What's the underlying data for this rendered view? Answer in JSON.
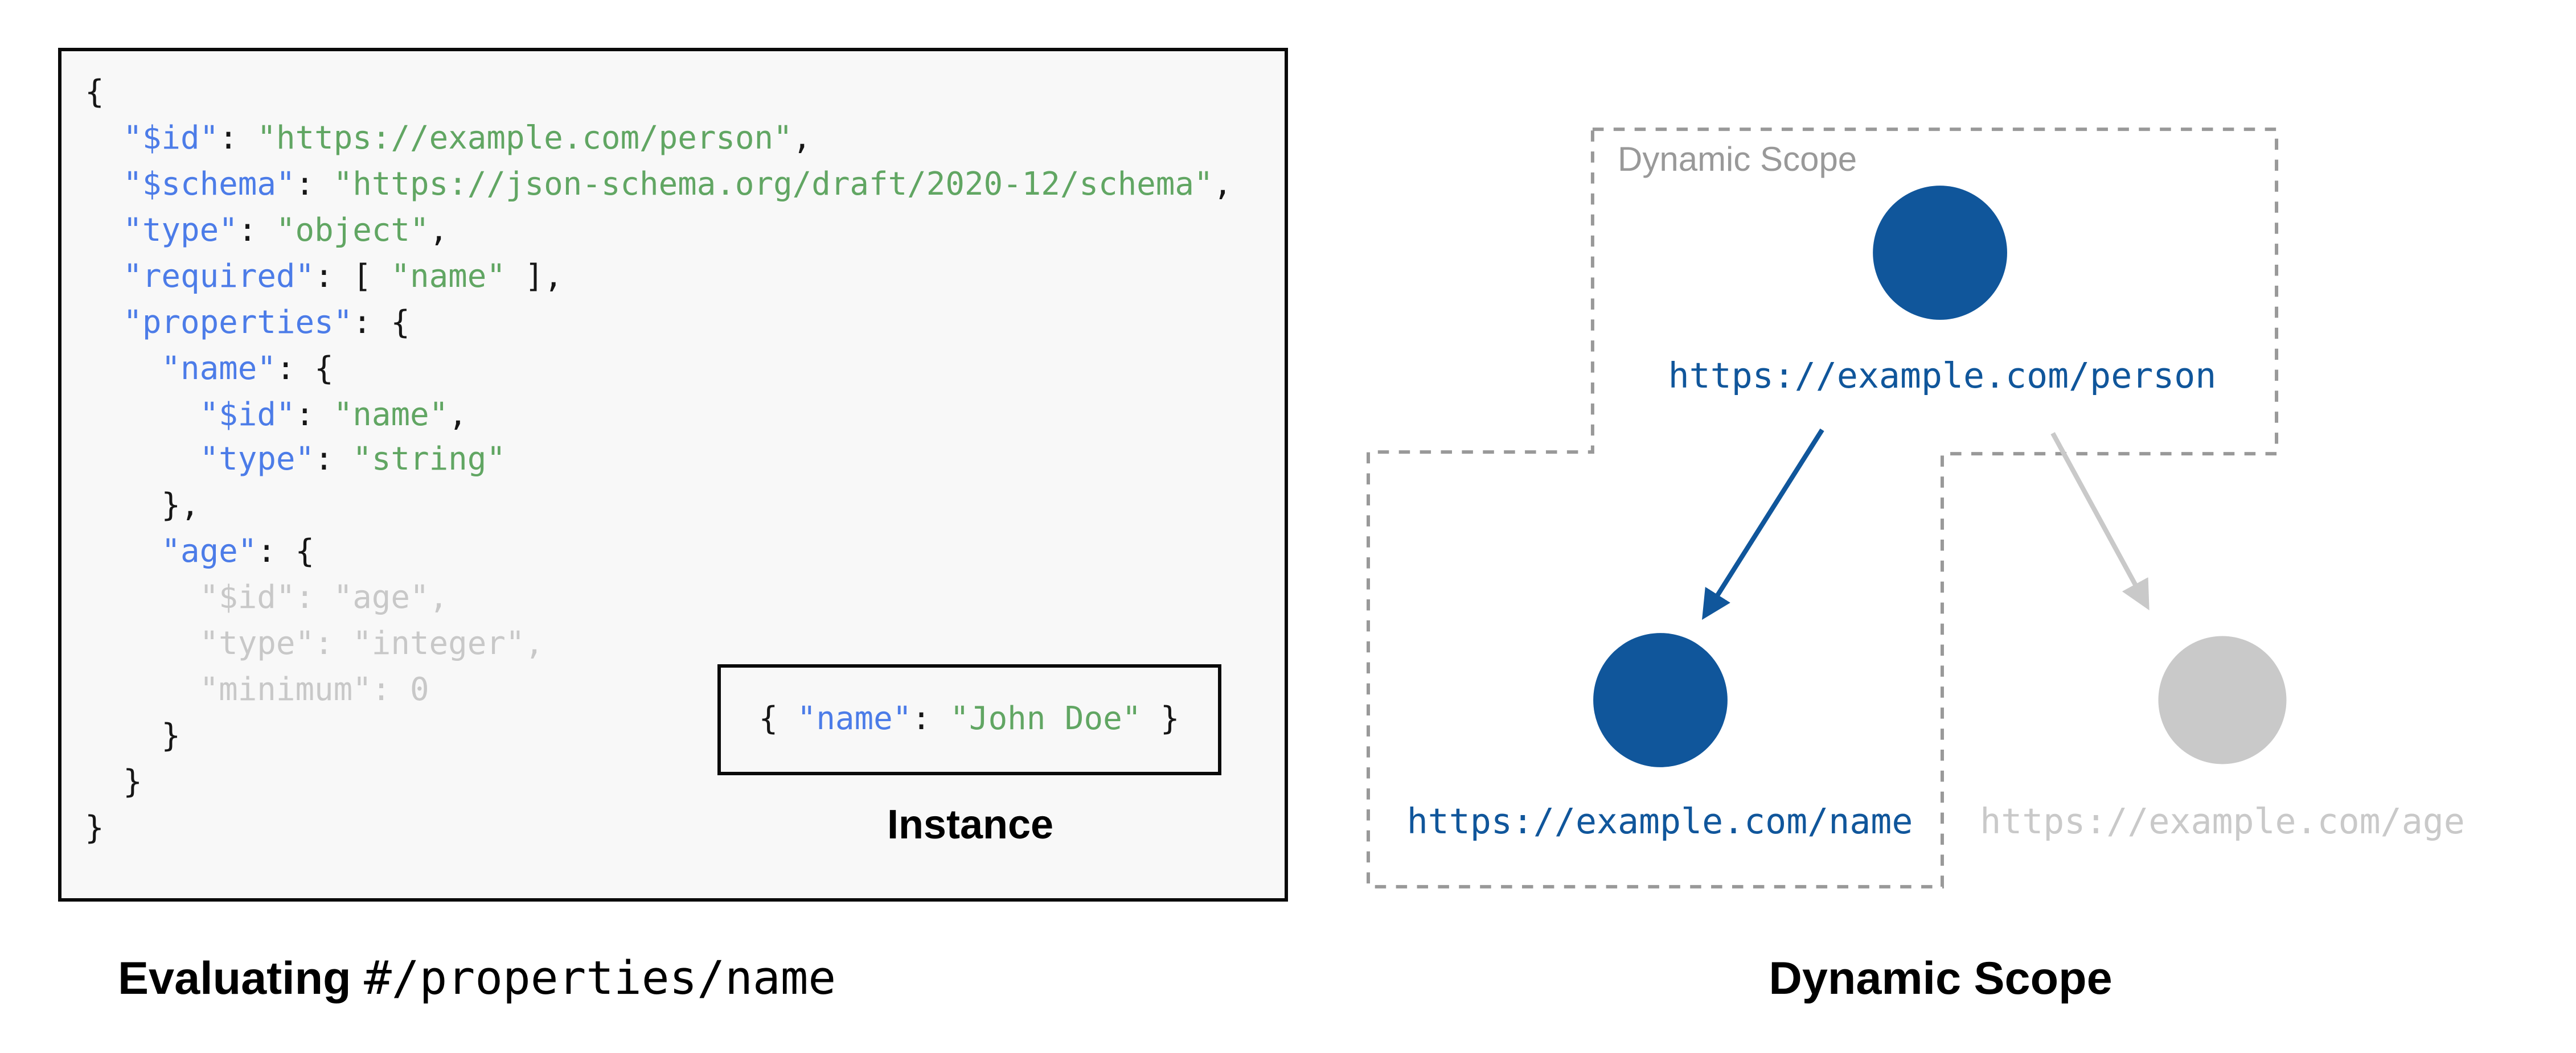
{
  "colors": {
    "panel_bg": "#F8F8F8",
    "panel_border": "#0A0A0A",
    "code_key": "#4C7CE8",
    "code_string": "#61A663",
    "code_punct": "#161616",
    "code_dim": "#C8C8C8",
    "deep_blue": "#10569B",
    "inactive_gray": "#C9C9C9",
    "dash_gray": "#999999",
    "caption_black": "#000000"
  },
  "left_panel": {
    "caption_bold": "Evaluating",
    "caption_mono": "#/properties/name",
    "instance_label": "Instance",
    "instance_code": [
      {
        "t": "{ ",
        "c": "p"
      },
      {
        "t": "\"name\"",
        "c": "k"
      },
      {
        "t": ": ",
        "c": "p"
      },
      {
        "t": "\"John Doe\"",
        "c": "s"
      },
      {
        "t": " }",
        "c": "p"
      }
    ],
    "code_lines": [
      [
        {
          "t": "{",
          "c": "p"
        }
      ],
      [
        {
          "t": "  ",
          "c": "p"
        },
        {
          "t": "\"$id\"",
          "c": "k"
        },
        {
          "t": ": ",
          "c": "p"
        },
        {
          "t": "\"https://example.com/person\"",
          "c": "s"
        },
        {
          "t": ",",
          "c": "p"
        }
      ],
      [
        {
          "t": "  ",
          "c": "p"
        },
        {
          "t": "\"$schema\"",
          "c": "k"
        },
        {
          "t": ": ",
          "c": "p"
        },
        {
          "t": "\"https://json-schema.org/draft/2020-12/schema\"",
          "c": "s"
        },
        {
          "t": ",",
          "c": "p"
        }
      ],
      [
        {
          "t": "  ",
          "c": "p"
        },
        {
          "t": "\"type\"",
          "c": "k"
        },
        {
          "t": ": ",
          "c": "p"
        },
        {
          "t": "\"object\"",
          "c": "s"
        },
        {
          "t": ",",
          "c": "p"
        }
      ],
      [
        {
          "t": "  ",
          "c": "p"
        },
        {
          "t": "\"required\"",
          "c": "k"
        },
        {
          "t": ": [ ",
          "c": "p"
        },
        {
          "t": "\"name\"",
          "c": "s"
        },
        {
          "t": " ],",
          "c": "p"
        }
      ],
      [
        {
          "t": "  ",
          "c": "p"
        },
        {
          "t": "\"properties\"",
          "c": "k"
        },
        {
          "t": ": {",
          "c": "p"
        }
      ],
      [
        {
          "t": "    ",
          "c": "p"
        },
        {
          "t": "\"name\"",
          "c": "k"
        },
        {
          "t": ": {",
          "c": "p"
        }
      ],
      [
        {
          "t": "      ",
          "c": "p"
        },
        {
          "t": "\"$id\"",
          "c": "k"
        },
        {
          "t": ": ",
          "c": "p"
        },
        {
          "t": "\"name\"",
          "c": "s"
        },
        {
          "t": ",",
          "c": "p"
        }
      ],
      [
        {
          "t": "      ",
          "c": "p"
        },
        {
          "t": "\"type\"",
          "c": "k"
        },
        {
          "t": ": ",
          "c": "p"
        },
        {
          "t": "\"string\"",
          "c": "s"
        }
      ],
      [
        {
          "t": "    },",
          "c": "p"
        }
      ],
      [
        {
          "t": "    ",
          "c": "p"
        },
        {
          "t": "\"age\"",
          "c": "k"
        },
        {
          "t": ": {",
          "c": "p"
        }
      ],
      [
        {
          "t": "      \"$id\": \"age\",",
          "c": "d"
        }
      ],
      [
        {
          "t": "      \"type\": \"integer\",",
          "c": "d"
        }
      ],
      [
        {
          "t": "      \"minimum\": 0",
          "c": "d"
        }
      ],
      [
        {
          "t": "    }",
          "c": "p"
        }
      ],
      [
        {
          "t": "  }",
          "c": "p"
        }
      ],
      [
        {
          "t": "}",
          "c": "p"
        }
      ]
    ]
  },
  "right_panel": {
    "scope_label": "Dynamic Scope",
    "caption": "Dynamic Scope",
    "nodes": [
      {
        "id": "person",
        "url": "https://example.com/person",
        "state": "active"
      },
      {
        "id": "name",
        "url": "https://example.com/name",
        "state": "active"
      },
      {
        "id": "age",
        "url": "https://example.com/age",
        "state": "inactive"
      }
    ]
  }
}
